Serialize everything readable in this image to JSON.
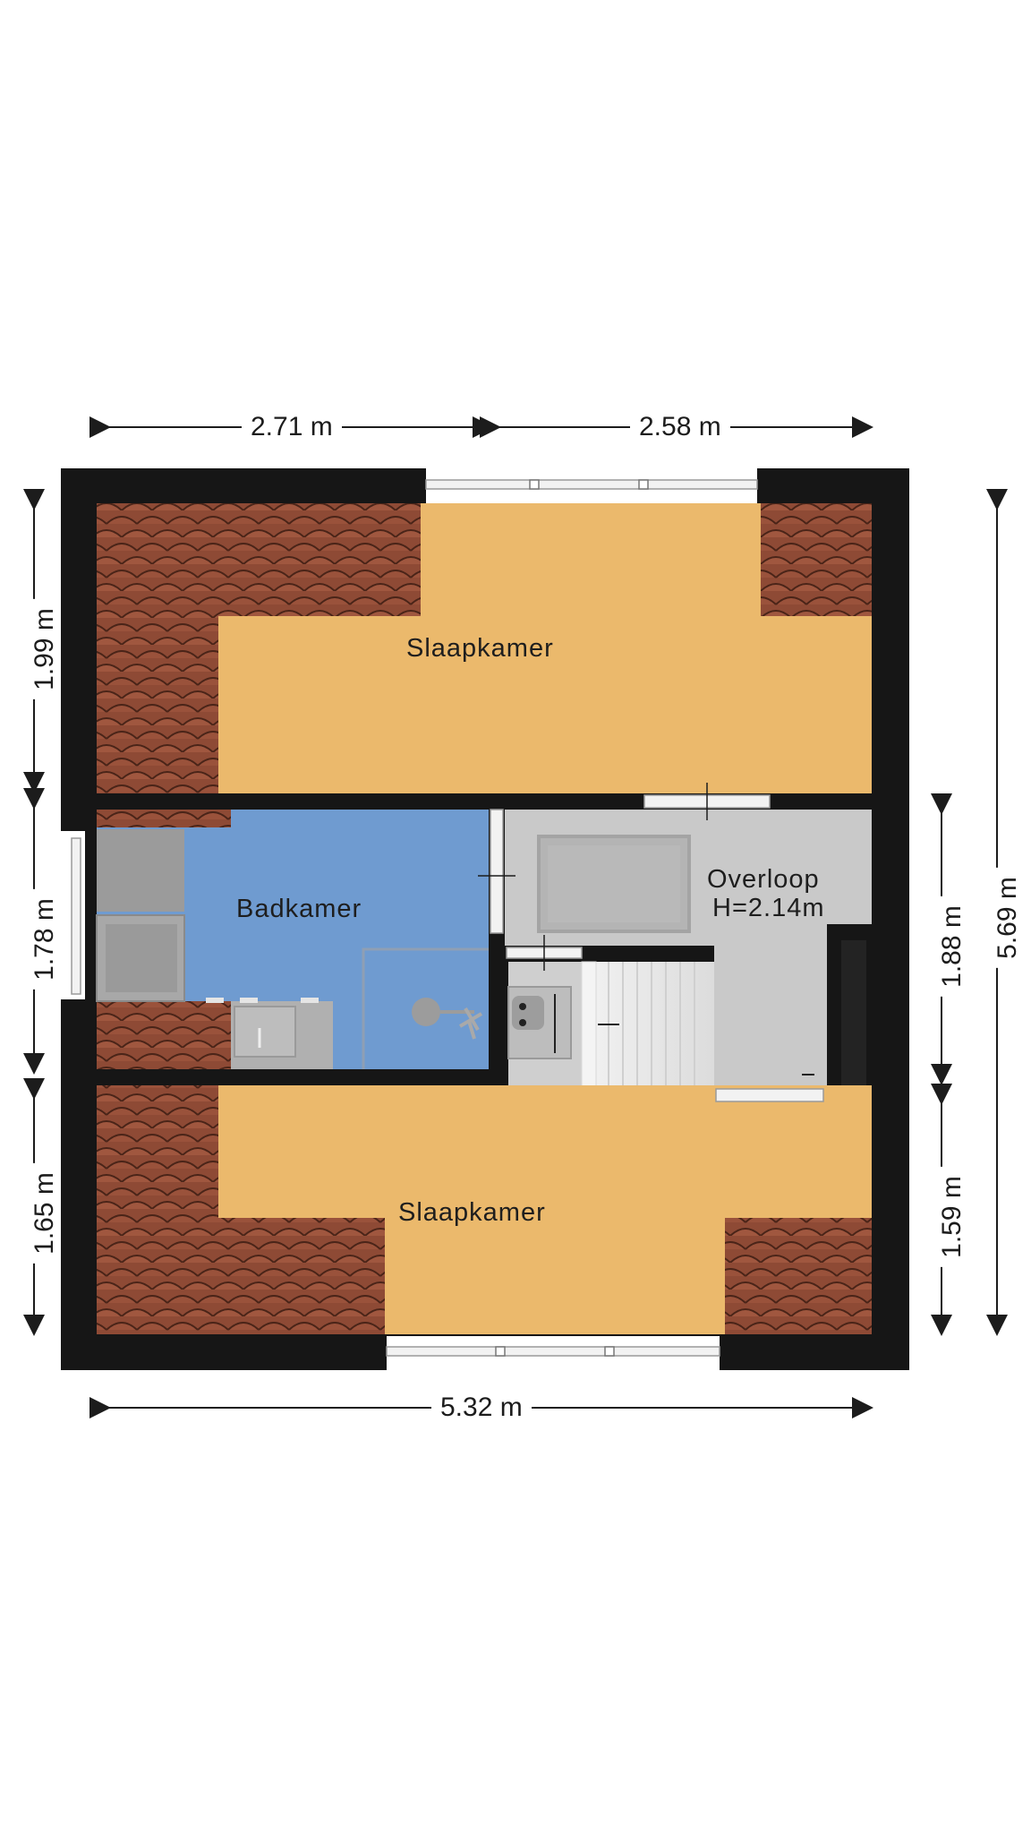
{
  "rooms": {
    "slaapkamer_top": "Slaapkamer",
    "badkamer": "Badkamer",
    "overloop": "Overloop",
    "overloop_height": "H=2.14m",
    "slaapkamer_bottom": "Slaapkamer"
  },
  "dimensions": {
    "top_left": "2.71 m",
    "top_right": "2.58 m",
    "bottom_total": "5.32 m",
    "left_top": "1.99 m",
    "left_middle": "1.78 m",
    "left_bottom": "1.65 m",
    "right_middle": "1.88 m",
    "right_bottom": "1.59 m",
    "right_total": "5.69 m"
  },
  "colors": {
    "wall": "#161616",
    "bedroom_floor": "#ebb96c",
    "bathroom_floor": "#6f9bd0",
    "landing_floor": "#c9c9c9",
    "roof_tile": "#8e4a35"
  }
}
